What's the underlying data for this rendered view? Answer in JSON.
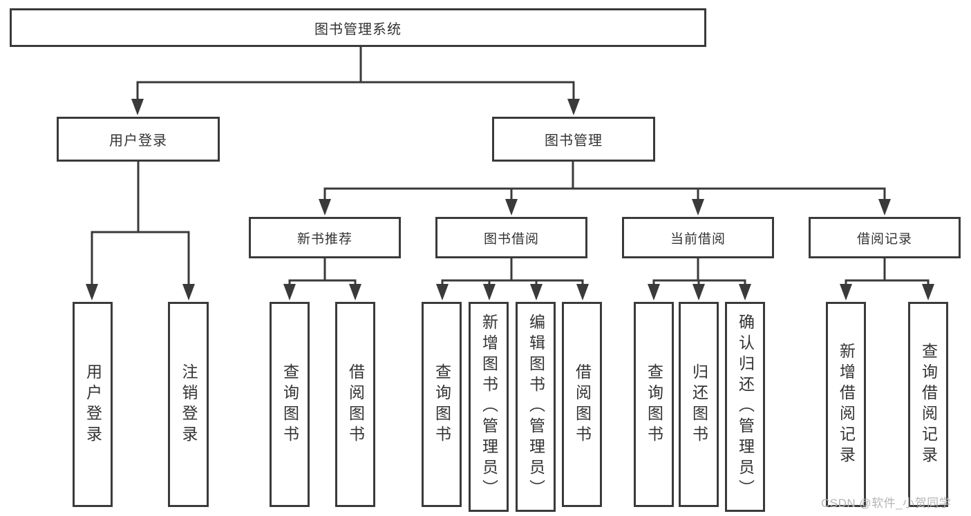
{
  "diagram": {
    "root": {
      "label": "图书管理系统"
    },
    "branches": [
      {
        "label": "用户登录",
        "children": [
          "用户登录",
          "注销登录"
        ]
      },
      {
        "label": "图书管理",
        "groups": [
          {
            "label": "新书推荐",
            "children": [
              "查询图书",
              "借阅图书"
            ]
          },
          {
            "label": "图书借阅",
            "children": [
              "查询图书",
              "新增图书（管理员）",
              "编辑图书（管理员）",
              "借阅图书"
            ]
          },
          {
            "label": "当前借阅",
            "children": [
              "查询图书",
              "归还图书",
              "确认归还（管理员）"
            ]
          },
          {
            "label": "借阅记录",
            "children": [
              "新增借阅记录",
              "查询借阅记录"
            ]
          }
        ]
      }
    ]
  },
  "watermark": {
    "text": "CSDN @软件_小贺同学"
  },
  "colors": {
    "line": "#3a3a3a",
    "text": "#333333",
    "background": "#ffffff",
    "watermark": "#b5b5b5"
  }
}
